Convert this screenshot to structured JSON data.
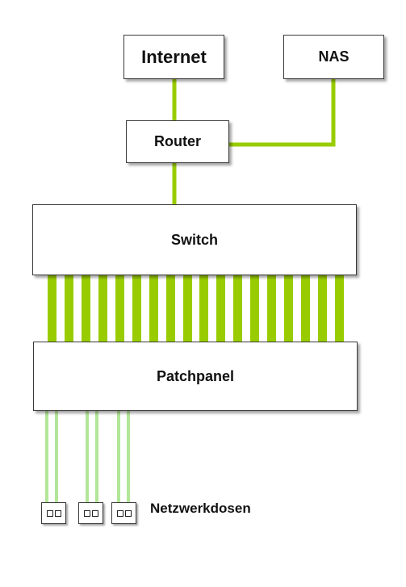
{
  "nodes": {
    "internet": "Internet",
    "nas": "NAS",
    "router": "Router",
    "switch": "Switch",
    "patchpanel": "Patchpanel"
  },
  "outlets_label": "Netzwerkdosen",
  "outlet_count": 3,
  "patch_cable_count": 18,
  "colors": {
    "cable": "#99cc00",
    "drop_cable": "#66cc33",
    "box_border": "#3a3a3a",
    "background": "#ffffff"
  }
}
